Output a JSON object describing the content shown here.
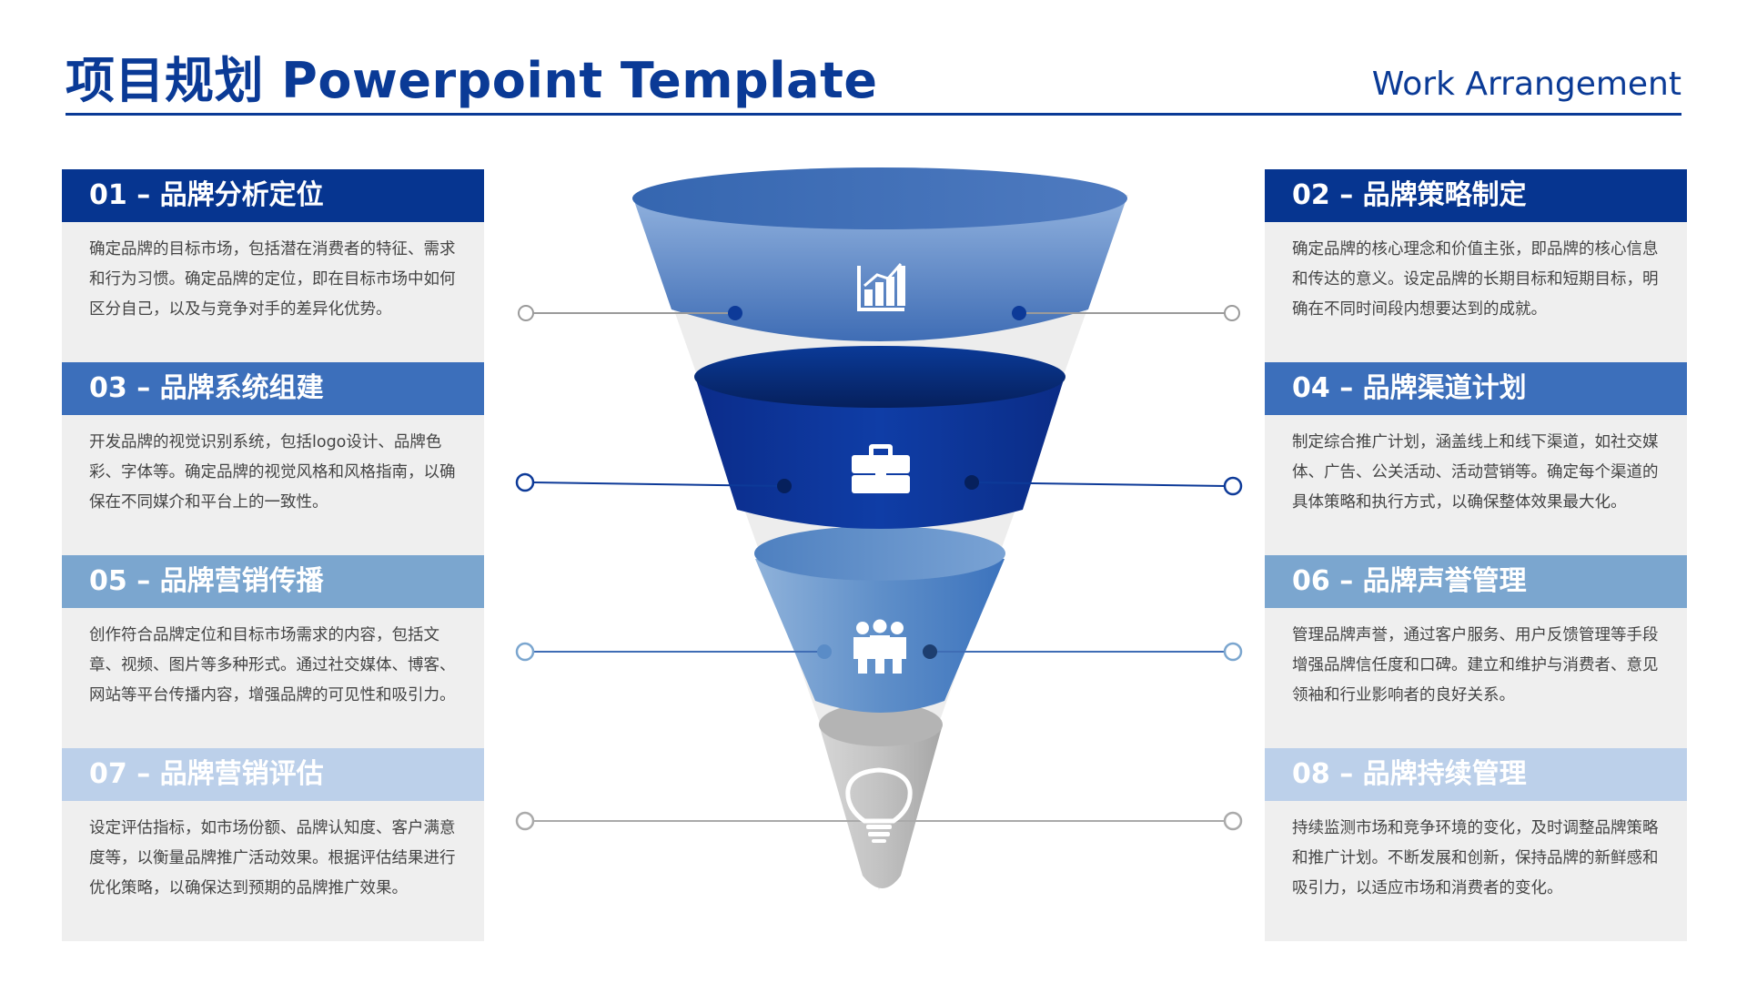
{
  "header": {
    "title": "项目规划 Powerpoint Template",
    "subtitle": "Work Arrangement"
  },
  "colors": {
    "primary": "#0a3a96",
    "tier1": "#063590",
    "tier2": "#3c6fbb",
    "tier3": "#7ba6cf",
    "tier4": "#bcd0ea",
    "card_bg": "#efefef"
  },
  "funnel": {
    "levels": [
      {
        "icon": "bar-chart-icon"
      },
      {
        "icon": "briefcase-icon"
      },
      {
        "icon": "team-icon"
      },
      {
        "icon": "lightbulb-icon"
      }
    ]
  },
  "cards": {
    "c01": {
      "heading": "01 – 品牌分析定位",
      "body": "确定品牌的目标市场，包括潜在消费者的特征、需求和行为习惯。确定品牌的定位，即在目标市场中如何区分自己，以及与竞争对手的差异化优势。"
    },
    "c02": {
      "heading": "02 – 品牌策略制定",
      "body": "确定品牌的核心理念和价值主张，即品牌的核心信息和传达的意义。设定品牌的长期目标和短期目标，明确在不同时间段内想要达到的成就。"
    },
    "c03": {
      "heading": "03 – 品牌系统组建",
      "body": "开发品牌的视觉识别系统，包括logo设计、品牌色彩、字体等。确定品牌的视觉风格和风格指南，以确保在不同媒介和平台上的一致性。"
    },
    "c04": {
      "heading": "04 – 品牌渠道计划",
      "body": "制定综合推广计划，涵盖线上和线下渠道，如社交媒体、广告、公关活动、活动营销等。确定每个渠道的具体策略和执行方式，以确保整体效果最大化。"
    },
    "c05": {
      "heading": "05 – 品牌营销传播",
      "body": "创作符合品牌定位和目标市场需求的内容，包括文章、视频、图片等多种形式。通过社交媒体、博客、网站等平台传播内容，增强品牌的可见性和吸引力。"
    },
    "c06": {
      "heading": "06 – 品牌声誉管理",
      "body": "管理品牌声誉，通过客户服务、用户反馈管理等手段增强品牌信任度和口碑。建立和维护与消费者、意见领袖和行业影响者的良好关系。"
    },
    "c07": {
      "heading": "07 – 品牌营销评估",
      "body": "设定评估指标，如市场份额、品牌认知度、客户满意度等，以衡量品牌推广活动效果。根据评估结果进行优化策略，以确保达到预期的品牌推广效果。"
    },
    "c08": {
      "heading": "08 – 品牌持续管理",
      "body": "持续监测市场和竞争环境的变化，及时调整品牌策略和推广计划。不断发展和创新，保持品牌的新鲜感和吸引力，以适应市场和消费者的变化。"
    }
  }
}
